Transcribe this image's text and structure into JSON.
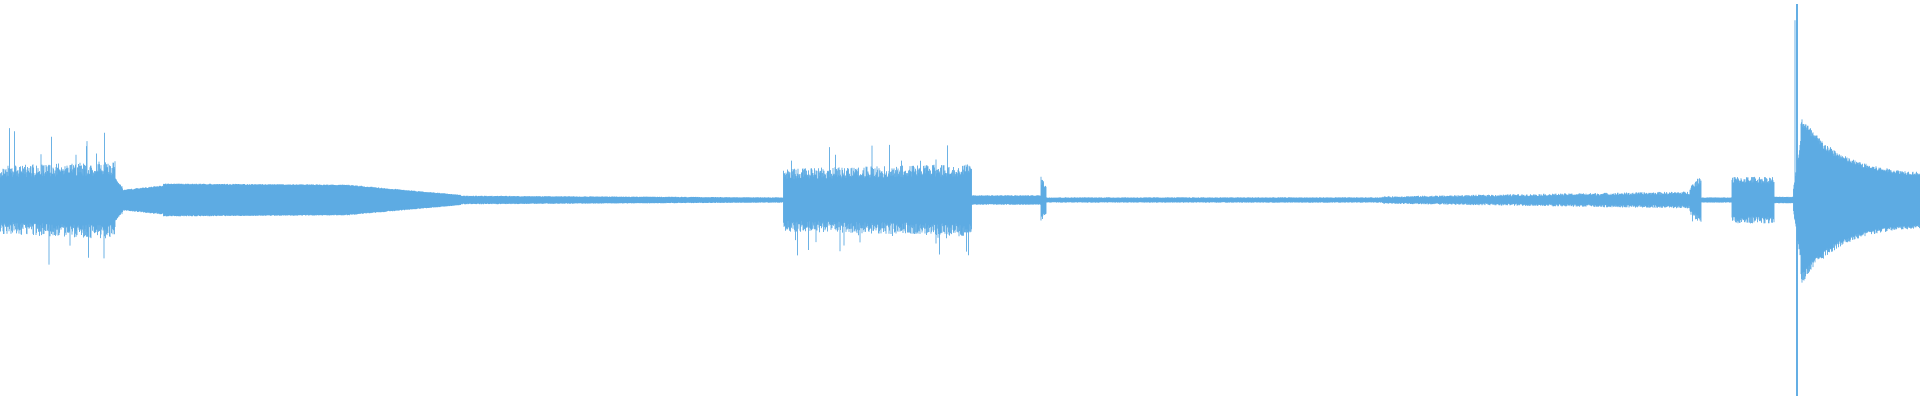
{
  "waveform": {
    "color": "#5DABE3",
    "background": "#FFFFFF",
    "amplitude_range": [
      -1,
      1
    ],
    "segments": [
      {
        "start": 0.0,
        "end": 0.06,
        "amp_start": 0.14,
        "amp_end": 0.16,
        "jitter": 0.45,
        "spike": 0.36
      },
      {
        "start": 0.06,
        "end": 0.064,
        "amp_start": 0.1,
        "amp_end": 0.06,
        "jitter": 0.2
      },
      {
        "start": 0.064,
        "end": 0.085,
        "amp_start": 0.05,
        "amp_end": 0.07,
        "jitter": 0.1
      },
      {
        "start": 0.085,
        "end": 0.18,
        "amp_start": 0.08,
        "amp_end": 0.075,
        "jitter": 0.06
      },
      {
        "start": 0.18,
        "end": 0.24,
        "amp_start": 0.075,
        "amp_end": 0.025,
        "jitter": 0.08
      },
      {
        "start": 0.24,
        "end": 0.408,
        "amp_start": 0.02,
        "amp_end": 0.012,
        "jitter": 0.2
      },
      {
        "start": 0.408,
        "end": 0.506,
        "amp_start": 0.13,
        "amp_end": 0.15,
        "jitter": 0.42,
        "spike": 0.28
      },
      {
        "start": 0.506,
        "end": 0.542,
        "amp_start": 0.022,
        "amp_end": 0.022,
        "jitter": 0.2
      },
      {
        "start": 0.542,
        "end": 0.545,
        "amp_start": 0.1,
        "amp_end": 0.06,
        "jitter": 0.4,
        "spike": 0.18
      },
      {
        "start": 0.545,
        "end": 0.72,
        "amp_start": 0.012,
        "amp_end": 0.012,
        "jitter": 0.25
      },
      {
        "start": 0.72,
        "end": 0.88,
        "amp_start": 0.015,
        "amp_end": 0.035,
        "jitter": 0.45
      },
      {
        "start": 0.88,
        "end": 0.886,
        "amp_start": 0.06,
        "amp_end": 0.1,
        "jitter": 0.4,
        "spike": 0.12
      },
      {
        "start": 0.886,
        "end": 0.902,
        "amp_start": 0.012,
        "amp_end": 0.012,
        "jitter": 0.2
      },
      {
        "start": 0.902,
        "end": 0.924,
        "amp_start": 0.1,
        "amp_end": 0.1,
        "jitter": 0.35
      },
      {
        "start": 0.924,
        "end": 0.934,
        "amp_start": 0.015,
        "amp_end": 0.015,
        "jitter": 0.2
      },
      {
        "start": 0.934,
        "end": 0.938,
        "amp_start": 0.05,
        "amp_end": 0.3,
        "jitter": 0.1,
        "spike": 0.98
      },
      {
        "start": 0.938,
        "end": 1.0,
        "amp_start": 0.4,
        "amp_end": 0.12,
        "jitter": 0.15,
        "decay": true
      }
    ]
  }
}
